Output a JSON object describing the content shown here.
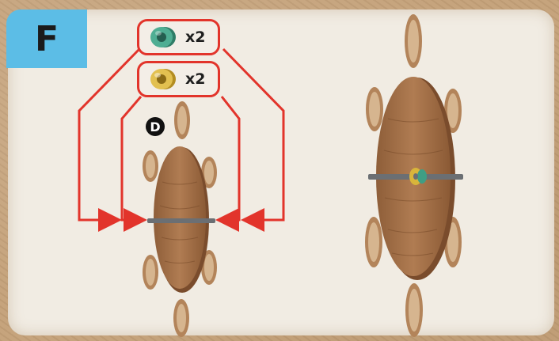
{
  "step": {
    "letter": "F"
  },
  "parts": [
    {
      "icon": "green-ring-icon",
      "quantity": "x2",
      "color": "#3f9e84"
    },
    {
      "icon": "yellow-ring-icon",
      "quantity": "x2",
      "color": "#d9b53a"
    }
  ],
  "badge": {
    "label": "D"
  },
  "colors": {
    "arrow": "#e2342b",
    "panel": "#f1ece3",
    "step_box": "#5cbde6",
    "wood": "#a8754d",
    "axle": "#6b6f73"
  }
}
